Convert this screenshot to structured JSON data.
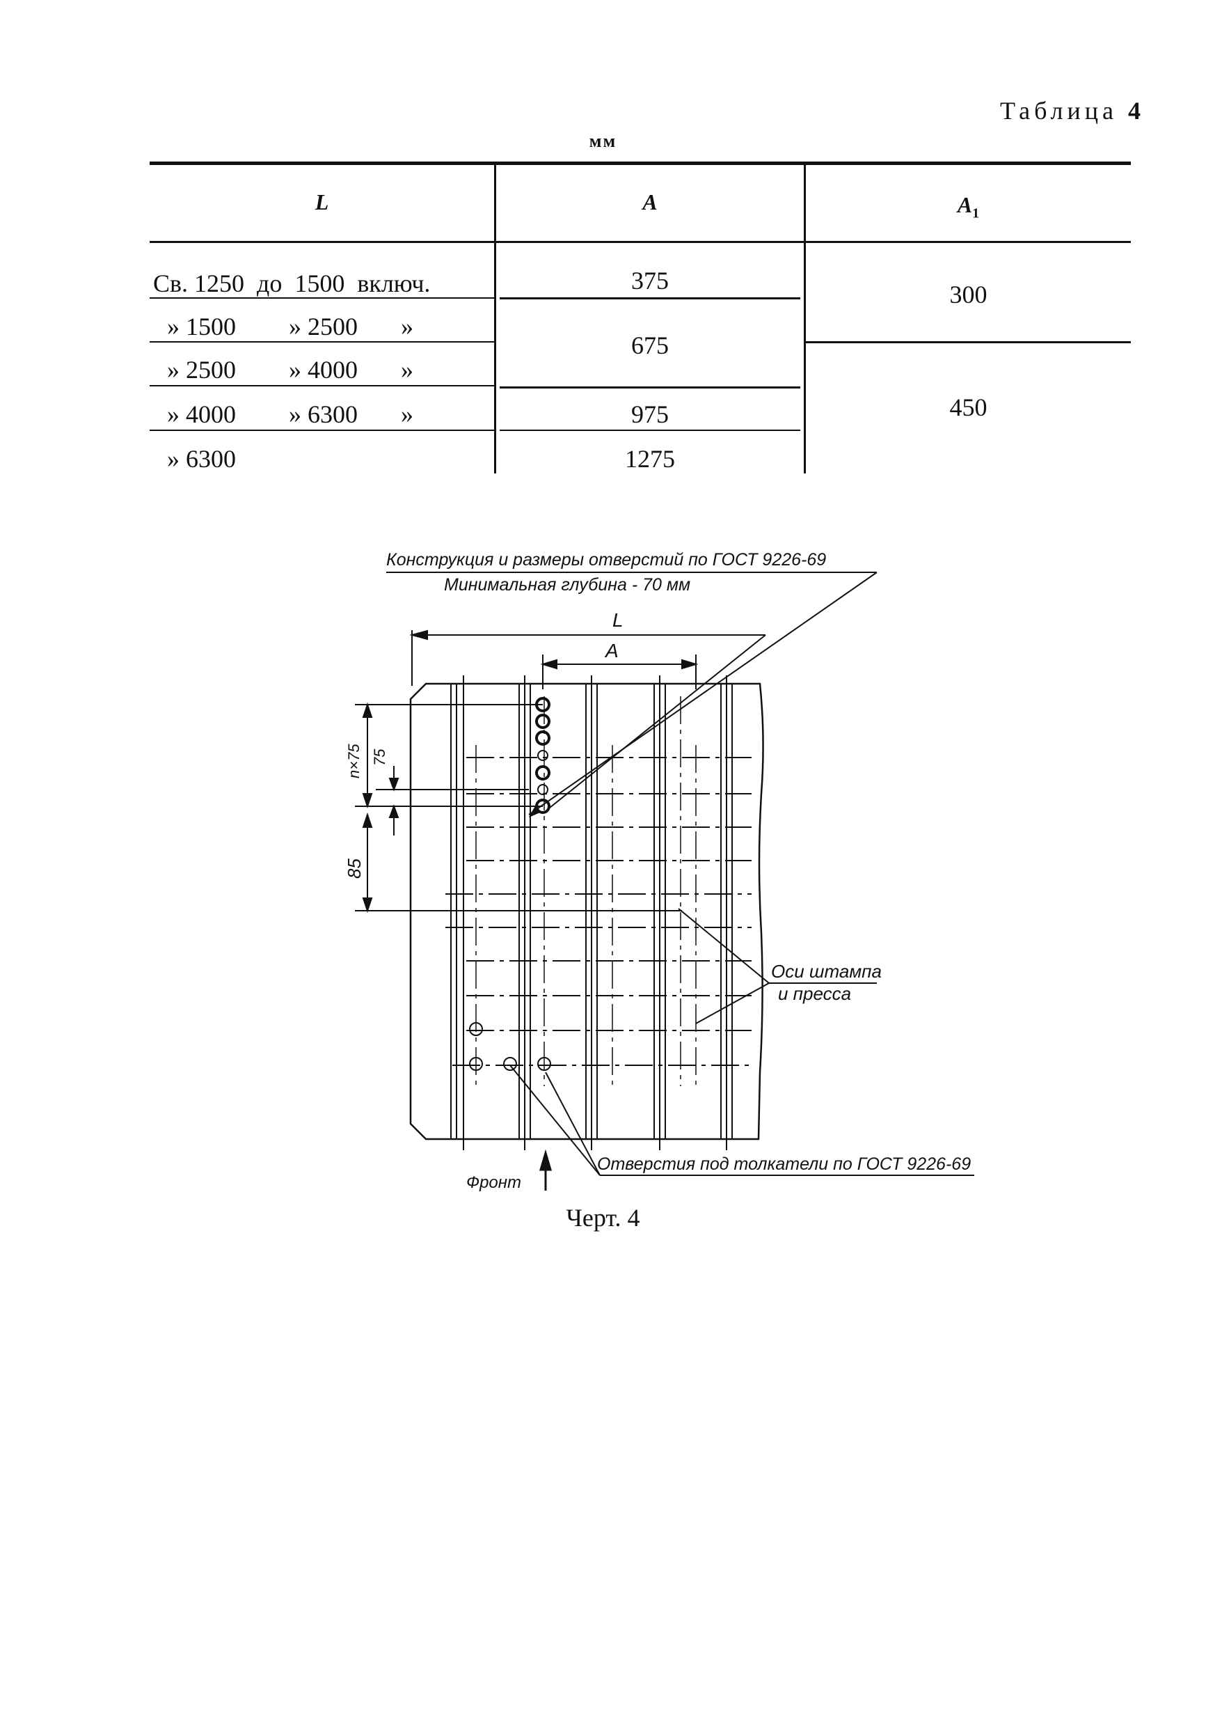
{
  "table": {
    "caption_word": "Таблица",
    "caption_number": "4",
    "units": "мм",
    "headers": {
      "L": "L",
      "A": "A",
      "A1": "A",
      "A1_sub": "1"
    },
    "rows": [
      {
        "from": "Св. 1250",
        "word_to": "до",
        "to": "1500",
        "suffix": "включ.",
        "A": "375"
      },
      {
        "from": "» 1500",
        "word_to": "» 2500",
        "suffix": "»",
        "A": "675"
      },
      {
        "from": "» 2500",
        "word_to": "» 4000",
        "suffix": "»"
      },
      {
        "from": "» 4000",
        "word_to": "» 6300",
        "suffix": "»",
        "A": "975"
      },
      {
        "from": "» 6300",
        "A": "1275"
      }
    ],
    "A1_values": [
      "300",
      "450"
    ]
  },
  "drawing": {
    "note_line1": "Конструкция и размеры отверстий по ГОСТ 9226-69",
    "note_line2": "Минимальная глубина - 70 мм",
    "dim_L": "L",
    "dim_A": "A",
    "dim_n75": "n×75",
    "dim_75": "75",
    "dim_85": "85",
    "axes_label_line1": "Оси штампа",
    "axes_label_line2": "и пресса",
    "ejector_label": "Отверстия под толкатели по ГОСТ 9226-69",
    "front_label": "Фронт"
  },
  "figure_caption": "Черт. 4"
}
